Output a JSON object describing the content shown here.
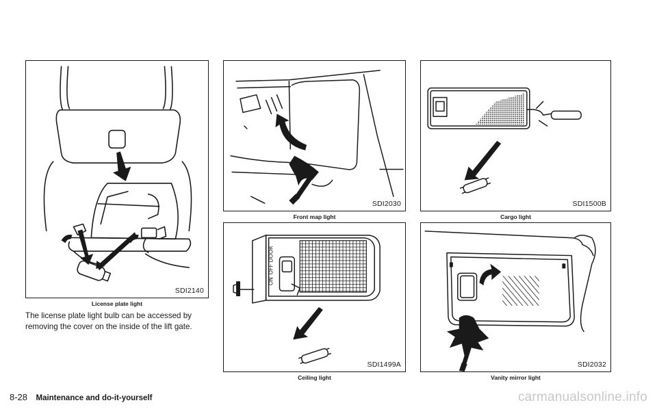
{
  "figures": [
    {
      "code": "SDI2140",
      "caption": "License plate light"
    },
    {
      "code": "SDI2030",
      "caption": "Front map light"
    },
    {
      "code": "SDI1500B",
      "caption": "Cargo light"
    },
    {
      "code": "SDI1499A",
      "caption": "Ceiling light"
    },
    {
      "code": "SDI2032",
      "caption": "Vanity mirror light"
    }
  ],
  "ceiling_switch_labels": [
    "DOOR",
    "OFF",
    "ON"
  ],
  "body_text": "The license plate light bulb can be accessed by removing the cover on the inside of the lift gate.",
  "footer": {
    "page_number": "8-28",
    "section_title": "Maintenance and do-it-yourself"
  },
  "watermark": "carmanualsonline.info"
}
